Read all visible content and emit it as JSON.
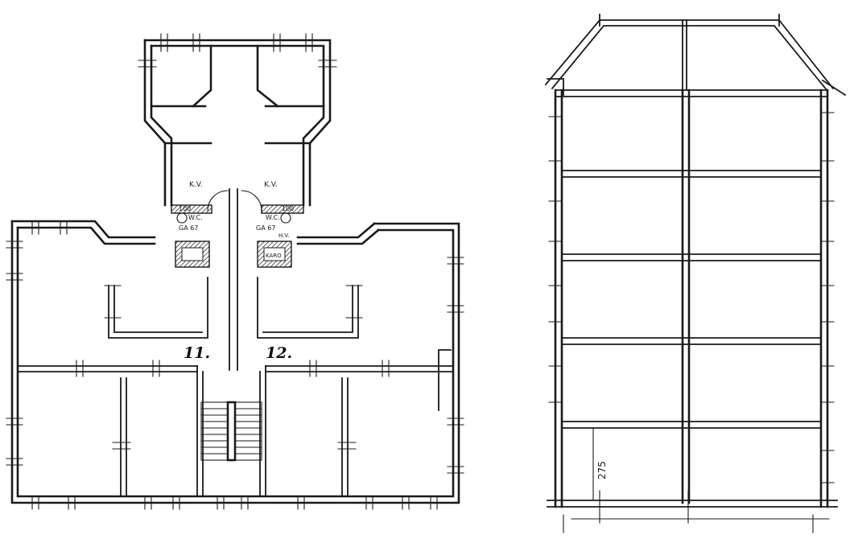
{
  "plan": {
    "apartment_left": "11.",
    "apartment_right": "12.",
    "room_kv_left": "K.V.",
    "room_kv_right": "K.V.",
    "wc_left": "W.C.",
    "wc_right": "W.C.",
    "dim_left": "100",
    "dim_right": "100",
    "ga_left": "GA 67",
    "ga_right": "GA 67",
    "hv_right": "H.V.",
    "karo_right": "KARO"
  },
  "section": {
    "dimension": "275"
  },
  "colors": {
    "ink": "#1a1a1a",
    "paper": "#ffffff"
  }
}
